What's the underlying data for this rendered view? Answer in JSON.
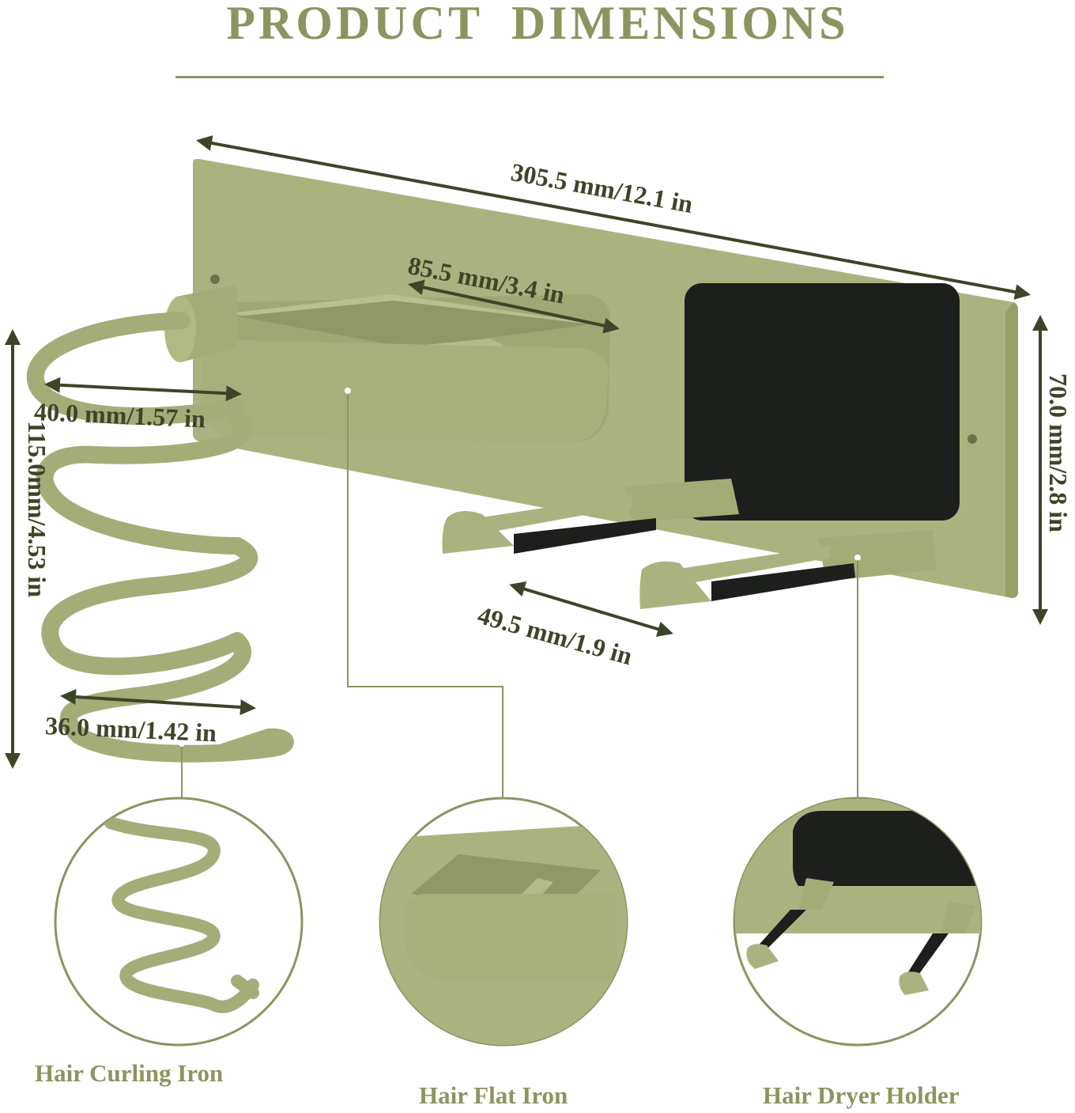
{
  "heading": {
    "title": "PRODUCT  DIMENSIONS"
  },
  "dimensions": {
    "overall_width": "305.5 mm/12.1 in",
    "flat_iron_width": "85.5 mm/3.4 in",
    "coil_top_diameter": "40.0 mm/1.57 in",
    "coil_height": "115.0mm/4.53 in",
    "coil_bottom_diameter": "36.0 mm/1.42 in",
    "hook_spacing": "49.5 mm/1.9 in",
    "panel_height": "70.0 mm/2.8 in"
  },
  "captions": {
    "curling_iron": "Hair Curling Iron",
    "flat_iron": "Hair Flat Iron",
    "dryer_holder": "Hair Dryer Holder"
  },
  "colors": {
    "product_green": "#a9b27e",
    "text_dark": "#3d4528",
    "accent_olive": "#8c9460",
    "pad_black": "#1d1f1c"
  }
}
